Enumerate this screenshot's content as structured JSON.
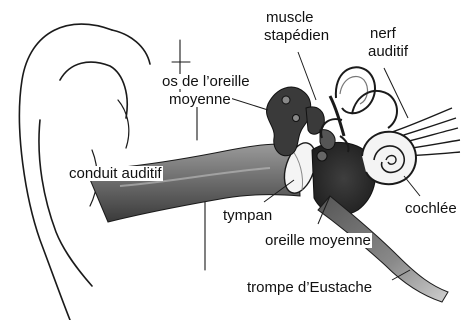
{
  "diagram": {
    "labels": {
      "muscle_line1": "muscle",
      "muscle_line2": "stapédien",
      "nerf_line1": "nerf",
      "nerf_line2": "auditif",
      "os_line1": "os de l’oreille",
      "os_line2": "moyenne",
      "conduit": "conduit auditif",
      "tympan": "tympan",
      "cochlee": "cochlée",
      "oreille_moyenne": "oreille moyenne",
      "trompe": "trompe d’Eustache"
    },
    "colors": {
      "ink": "#1a1a1a",
      "shade": "#5a5a5a",
      "light": "#bdbdbd",
      "paper": "#ffffff"
    }
  }
}
